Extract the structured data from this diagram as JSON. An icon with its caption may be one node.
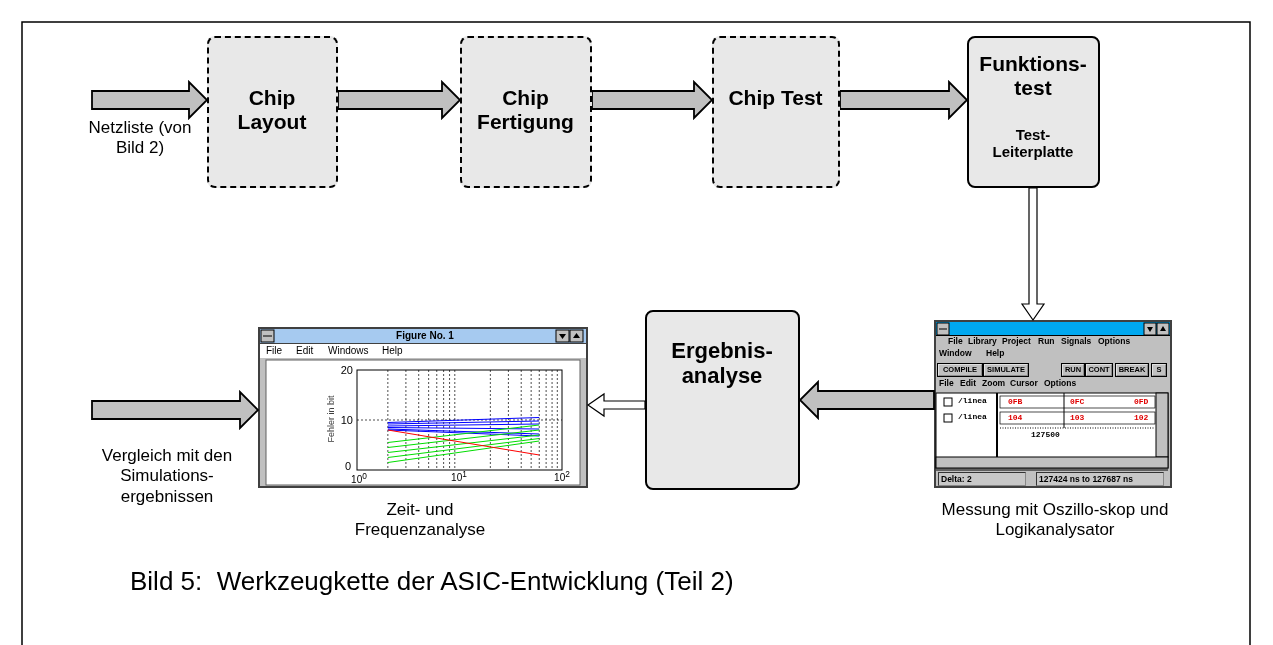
{
  "diagram": {
    "caption": "Bild 5:  Werkzeugkette der ASIC-Entwicklung (Teil 2)",
    "nodes": [
      {
        "text": [
          "Chip Layout"
        ]
      },
      {
        "text": [
          "Chip Fertigung"
        ]
      },
      {
        "text": [
          "Chip Test"
        ]
      },
      {
        "text": [
          "Funktions-test",
          "Test-Leiterplatte"
        ]
      },
      {
        "text": [],
        "shape": "picture",
        "beside": [
          "Zeit- und Frequenzanalyse"
        ]
      },
      {
        "text": [
          "Ergebnis-analyse"
        ]
      },
      {
        "text": [],
        "shape": "picture",
        "beside": [
          "Messung mit Oszillo-skop und Logikanalysator"
        ]
      }
    ],
    "edges": [
      {
        "from": null,
        "to": 0,
        "arrow": "to"
      },
      {
        "from": 0,
        "to": 1,
        "arrow": "to"
      },
      {
        "from": 1,
        "to": 2,
        "arrow": "to"
      },
      {
        "from": 2,
        "to": 3,
        "arrow": "to"
      },
      {
        "from": 3,
        "to": 6,
        "arrow": "to",
        "color": "#ffffff"
      },
      {
        "from": 6,
        "to": 5,
        "arrow": "to"
      },
      {
        "from": 5,
        "to": 4,
        "arrow": "to",
        "color": "#ffffff"
      },
      {
        "from": null,
        "to": 4,
        "arrow": "to"
      }
    ],
    "labels": [
      "Netzliste (von Bild 2)",
      "Vergleich mit den Simulations-ergebnissen",
      "Figure No. 1",
      "File",
      "Edit",
      "Windows",
      "Help",
      "20",
      "10",
      "0",
      "Fehler in bit",
      "10$^{0}$",
      "10$^{1}$",
      "10$^{2}$",
      "File",
      "Library",
      "Project",
      "Run",
      "Signals",
      "Options",
      "Window",
      "Help",
      "COMPILE",
      "SIMULATE",
      "RUN",
      "CONT",
      "BREAK",
      "S",
      "File",
      "Edit",
      "Zoom",
      "Cursor",
      "Options",
      "/linea",
      "0FB",
      "0FC",
      "0FD",
      "/linea",
      "104",
      "103",
      "102",
      "127500",
      "Delta: 2",
      "127424 ns to 127687 ns"
    ]
  }
}
